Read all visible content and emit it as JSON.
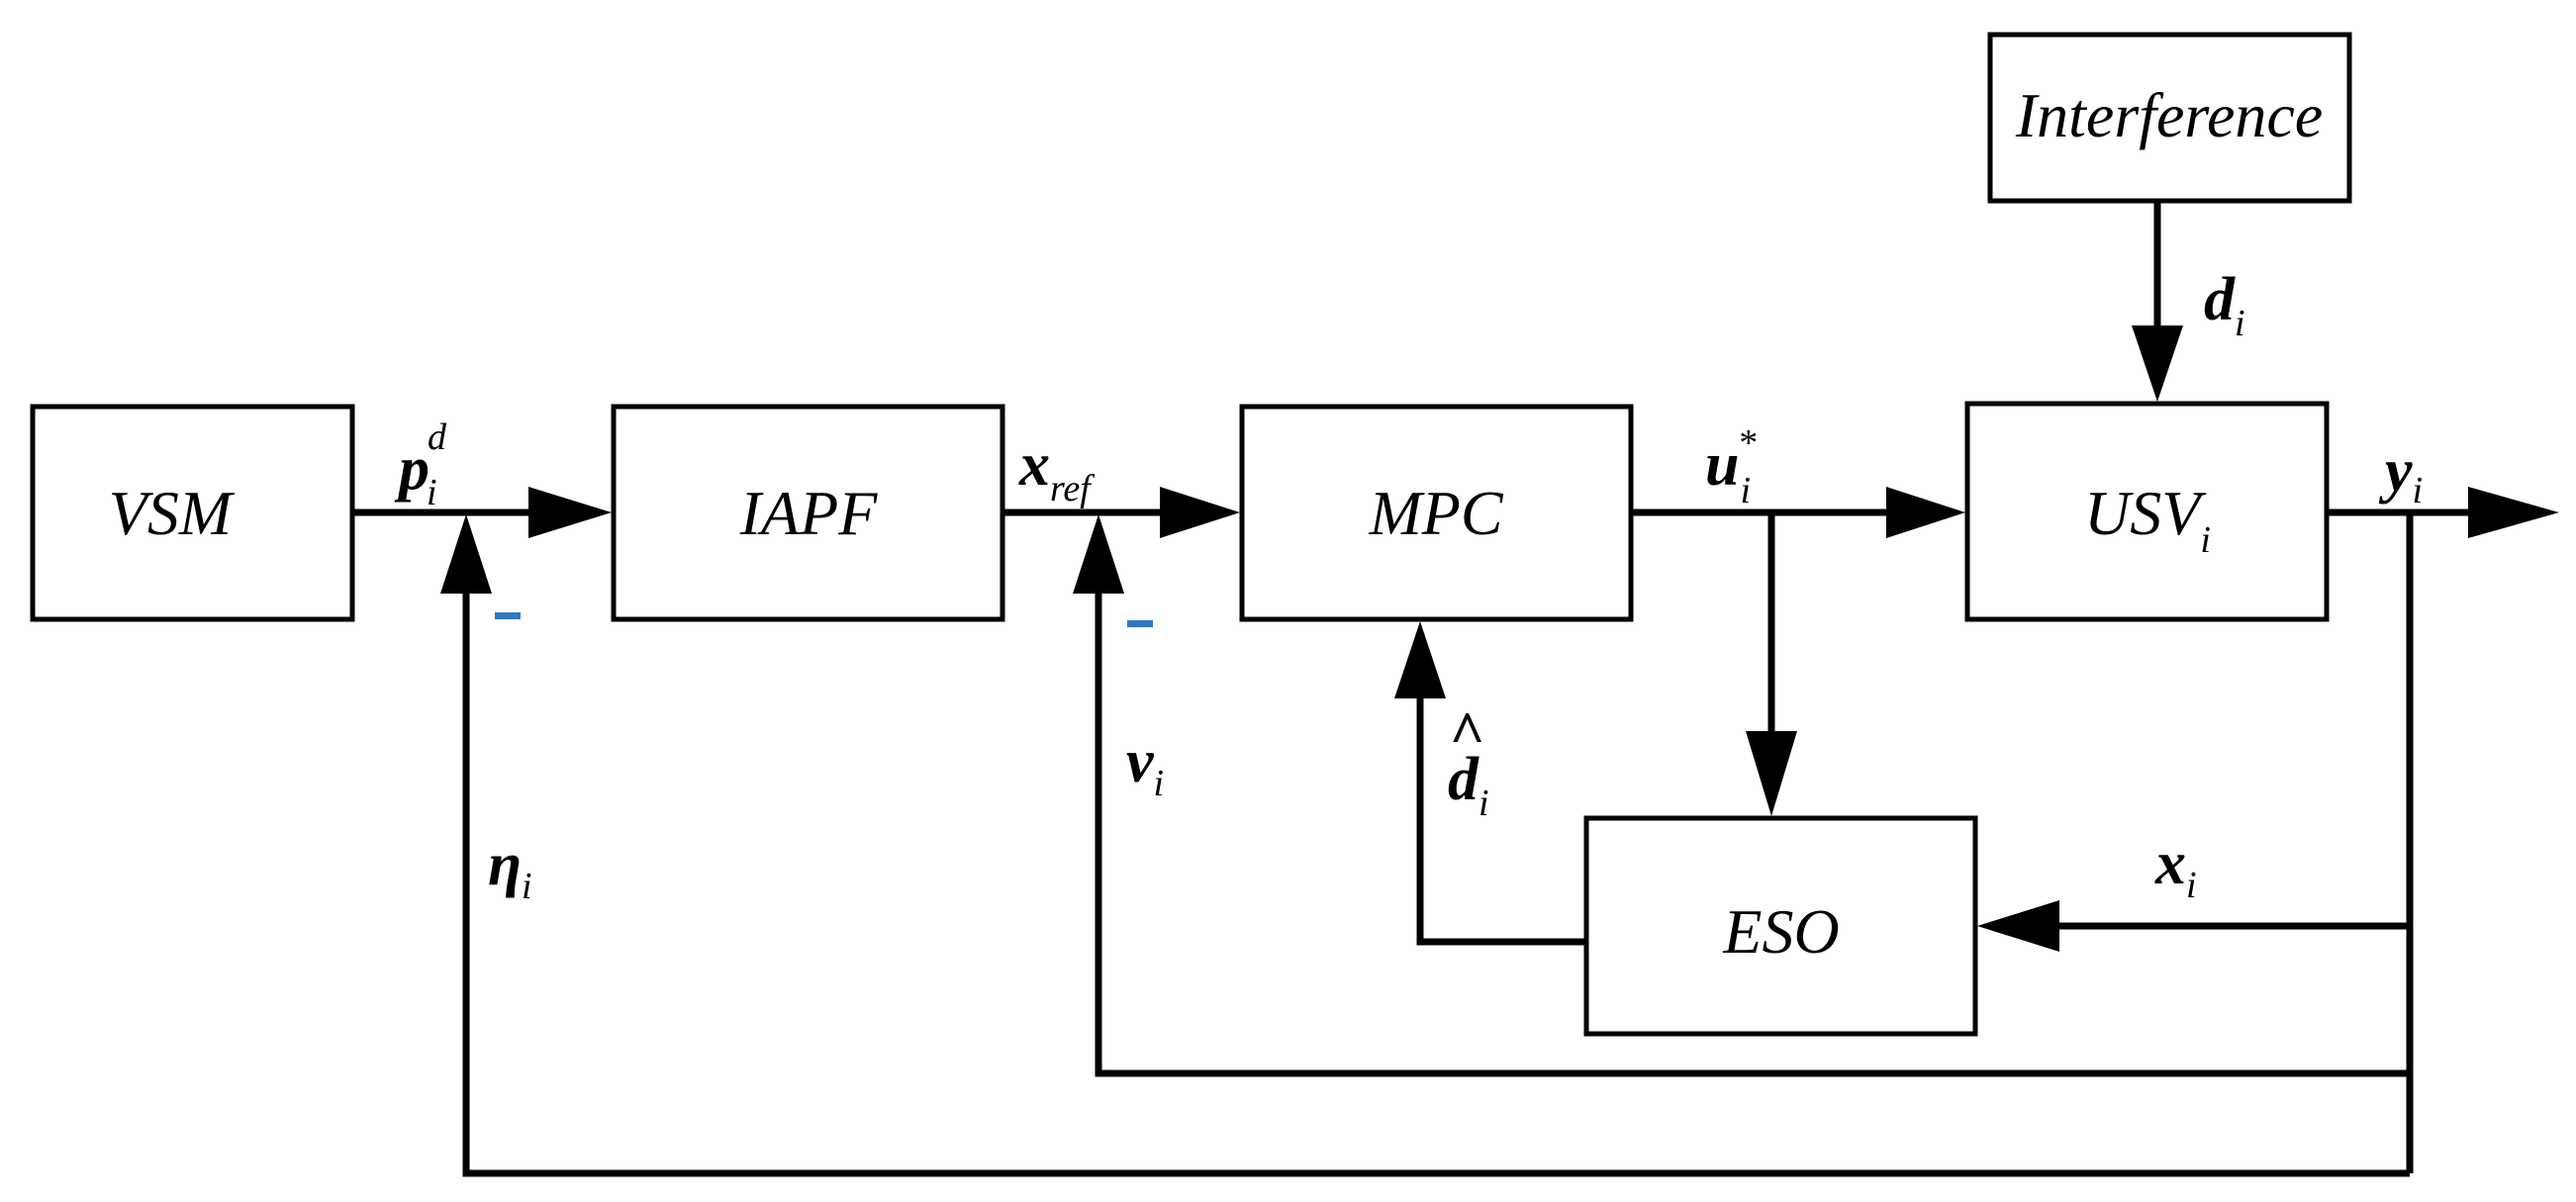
{
  "blocks": {
    "vsm": "VSM",
    "iapf": "IAPF",
    "mpc": "MPC",
    "usv": {
      "main": "USV",
      "sub": "i"
    },
    "eso": "ESO",
    "interference": "Interference"
  },
  "signals": {
    "p": {
      "main": "p",
      "sub": "i",
      "sup": "d"
    },
    "x_ref": {
      "main": "x",
      "sub": "ref"
    },
    "u": {
      "main": "u",
      "sub": "i",
      "sup": "*"
    },
    "y": {
      "main": "y",
      "sub": "i"
    },
    "d": {
      "main": "d",
      "sub": "i"
    },
    "d_hat": {
      "main": "d",
      "sub": "i",
      "accent": "^"
    },
    "v": {
      "main": "v",
      "sub": "i"
    },
    "eta": {
      "main": "η",
      "sub": "i"
    },
    "x": {
      "main": "x",
      "sub": "i"
    }
  },
  "colors": {
    "line": "#000000",
    "minus_sign": "#2f78c4",
    "background": "#ffffff"
  }
}
